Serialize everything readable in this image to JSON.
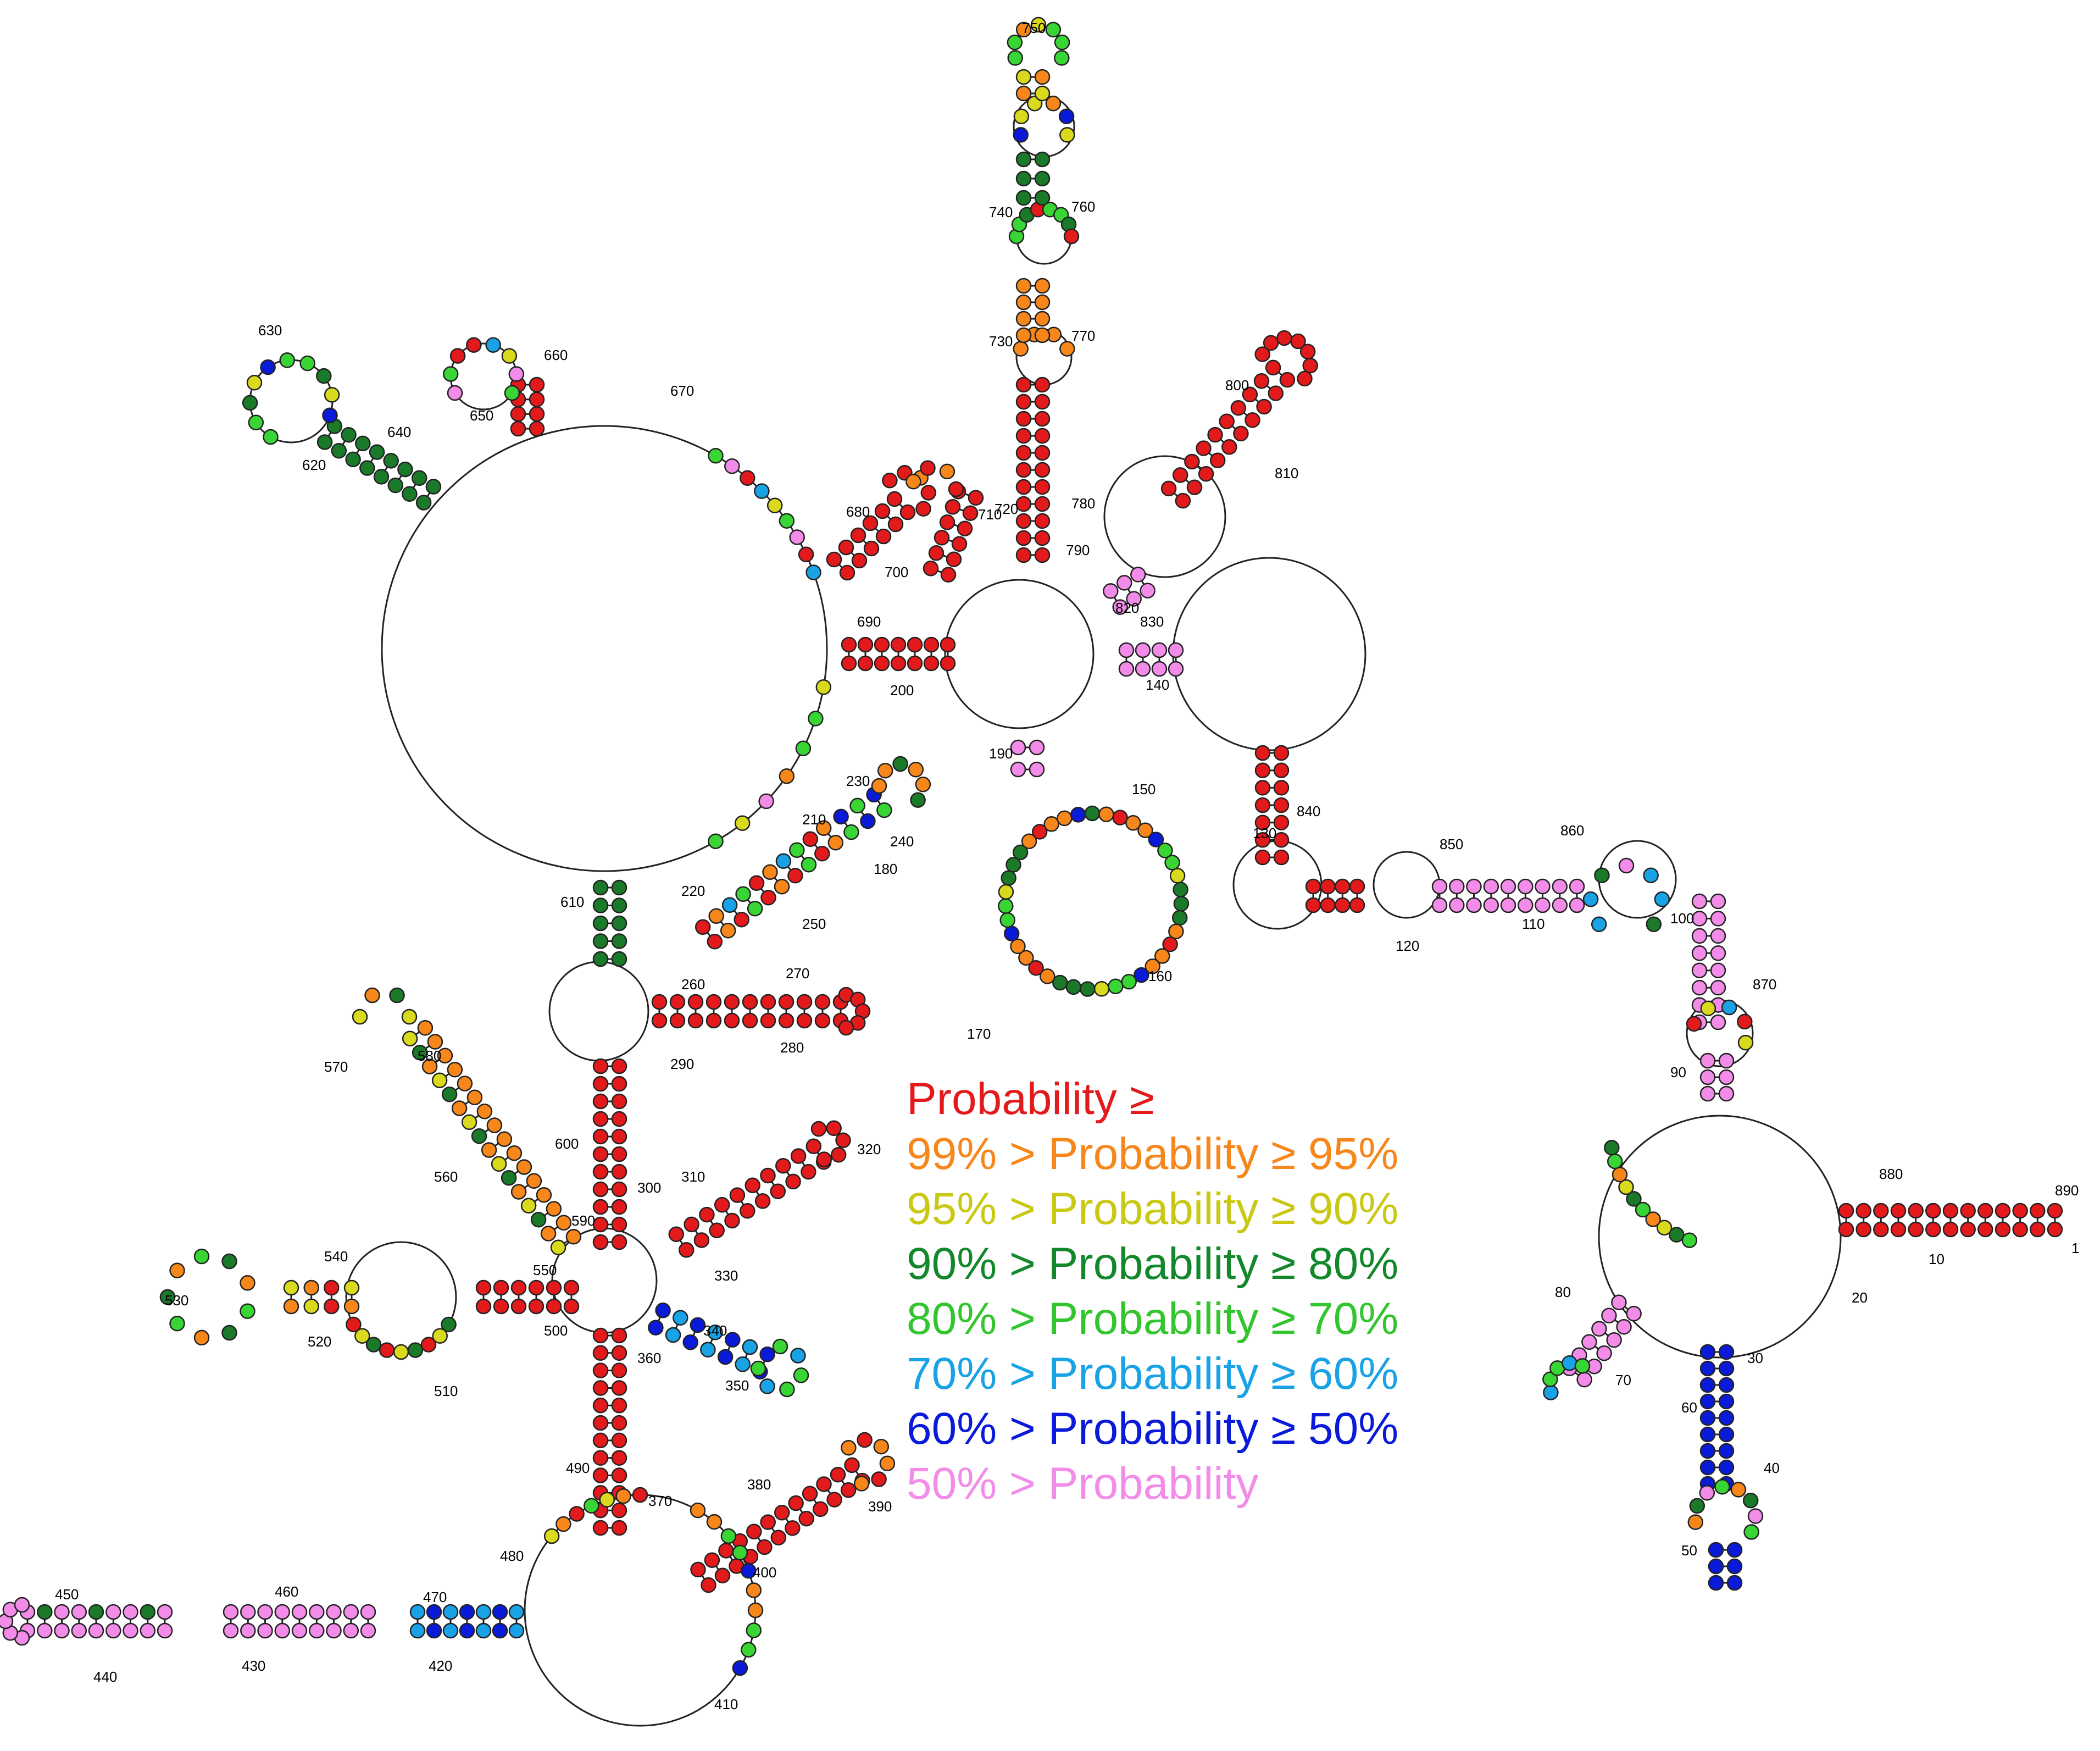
{
  "colors": {
    "red": "#e31a1c",
    "orange": "#f7861b",
    "yellow": "#d9d91e",
    "darkgreen": "#1a7a2a",
    "green": "#39d534",
    "lightblue": "#19a3e6",
    "blue": "#0a1ad9",
    "pink": "#f28ce8",
    "stroke": "#222222"
  },
  "legend": [
    {
      "text": "Probability ≥",
      "color": "#e31a1c"
    },
    {
      "text": "99% > Probability ≥ 95%",
      "color": "#f7861b"
    },
    {
      "text": "95% > Probability ≥ 90%",
      "color": "#c9c915"
    },
    {
      "text": "90% > Probability ≥ 80%",
      "color": "#13872b"
    },
    {
      "text": "80% > Probability ≥ 70%",
      "color": "#33c52e"
    },
    {
      "text": "70% > Probability ≥ 60%",
      "color": "#19a3e6"
    },
    {
      "text": "60% > Probability ≥ 50%",
      "color": "#0a1ad9"
    },
    {
      "text": "50% > Probability",
      "color": "#f28ce8"
    }
  ],
  "position_labels": [
    "1",
    "10",
    "20",
    "30",
    "40",
    "50",
    "60",
    "70",
    "80",
    "90",
    "100",
    "110",
    "120",
    "130",
    "140",
    "150",
    "160",
    "170",
    "180",
    "190",
    "200",
    "210",
    "220",
    "230",
    "240",
    "250",
    "260",
    "270",
    "280",
    "290",
    "300",
    "310",
    "320",
    "330",
    "340",
    "350",
    "360",
    "370",
    "380",
    "390",
    "400",
    "410",
    "420",
    "430",
    "440",
    "450",
    "460",
    "470",
    "480",
    "490",
    "500",
    "510",
    "520",
    "530",
    "540",
    "550",
    "560",
    "570",
    "580",
    "590",
    "600",
    "610",
    "620",
    "630",
    "640",
    "650",
    "660",
    "670",
    "680",
    "690",
    "700",
    "710",
    "720",
    "730",
    "740",
    "750",
    "760",
    "770",
    "780",
    "790",
    "800",
    "810",
    "820",
    "830",
    "840",
    "850",
    "860",
    "870",
    "880",
    "890"
  ]
}
